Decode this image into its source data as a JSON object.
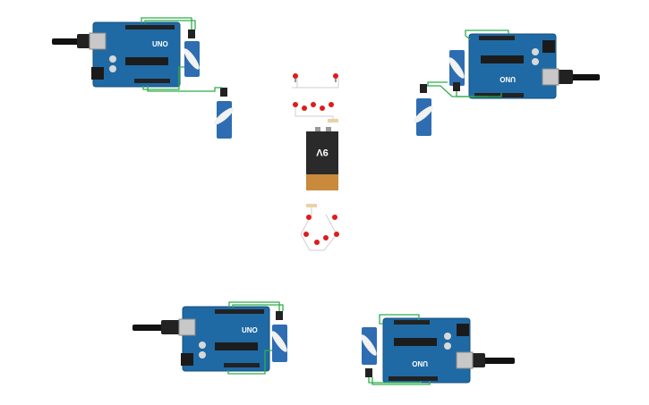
{
  "battery": {
    "label": "9V"
  },
  "arduino": {
    "model_label": "UNO"
  },
  "colors": {
    "board": "#1f6aa5",
    "board_dark": "#154f7d",
    "header": "#222222",
    "chip": "#1c1c1c",
    "usb": "#c8c8c8",
    "cable": "#111111",
    "wire": "#2fae4a",
    "servo": "#2e6db2",
    "horn": "#f2f2f2",
    "led": "#e01b1b",
    "battery_top": "#2a2a2a",
    "battery_bottom": "#c98a3c",
    "resistor": "#e8d2a6"
  },
  "components": [
    {
      "id": "arduino-top-left",
      "kind": "arduino",
      "orientation": "usb-left"
    },
    {
      "id": "arduino-top-right",
      "kind": "arduino",
      "orientation": "usb-right"
    },
    {
      "id": "arduino-bottom-left",
      "kind": "arduino",
      "orientation": "usb-left"
    },
    {
      "id": "arduino-bottom-right",
      "kind": "arduino",
      "orientation": "usb-right"
    },
    {
      "id": "servo-count",
      "kind": "servo",
      "count": 6
    },
    {
      "id": "led-count",
      "kind": "led",
      "count": 13
    },
    {
      "id": "battery",
      "kind": "battery-9v",
      "count": 1
    }
  ]
}
